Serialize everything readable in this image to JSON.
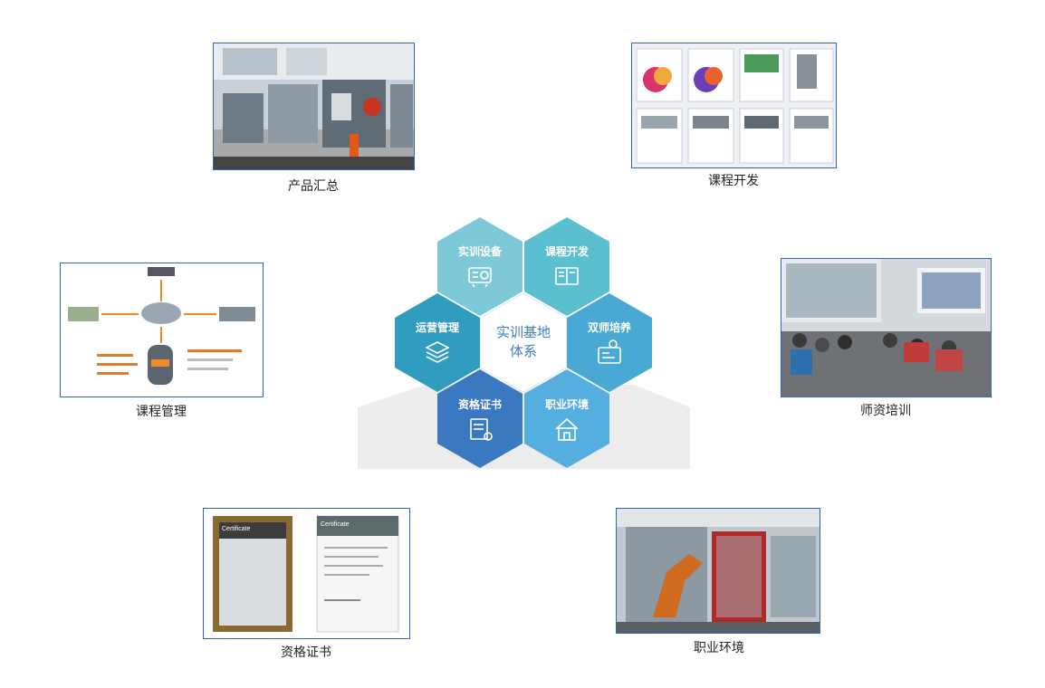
{
  "center": {
    "line1": "实训基地",
    "line2": "体系"
  },
  "hexes": [
    {
      "key": "training-equipment",
      "label": "实训设备",
      "color": "#7ec9d8",
      "icon": "projector-icon"
    },
    {
      "key": "course-dev",
      "label": "课程开发",
      "color": "#5bbfcf",
      "icon": "book-icon"
    },
    {
      "key": "operations",
      "label": "运营管理",
      "color": "#2f9cc0",
      "icon": "layers-icon"
    },
    {
      "key": "dual-teacher",
      "label": "双师培养",
      "color": "#4aa8d4",
      "icon": "certificate-icon"
    },
    {
      "key": "qualification",
      "label": "资格证书",
      "color": "#3a78bf",
      "icon": "document-icon"
    },
    {
      "key": "career",
      "label": "职业环境",
      "color": "#55aee0",
      "icon": "house-icon"
    }
  ],
  "panels": {
    "product": {
      "caption": "产品汇总"
    },
    "course_dev": {
      "caption": "课程开发"
    },
    "course_mgmt": {
      "caption": "课程管理"
    },
    "teacher": {
      "caption": "师资培训"
    },
    "cert": {
      "caption": "资格证书",
      "doc_title": "Certificate"
    },
    "career": {
      "caption": "职业环境"
    }
  }
}
